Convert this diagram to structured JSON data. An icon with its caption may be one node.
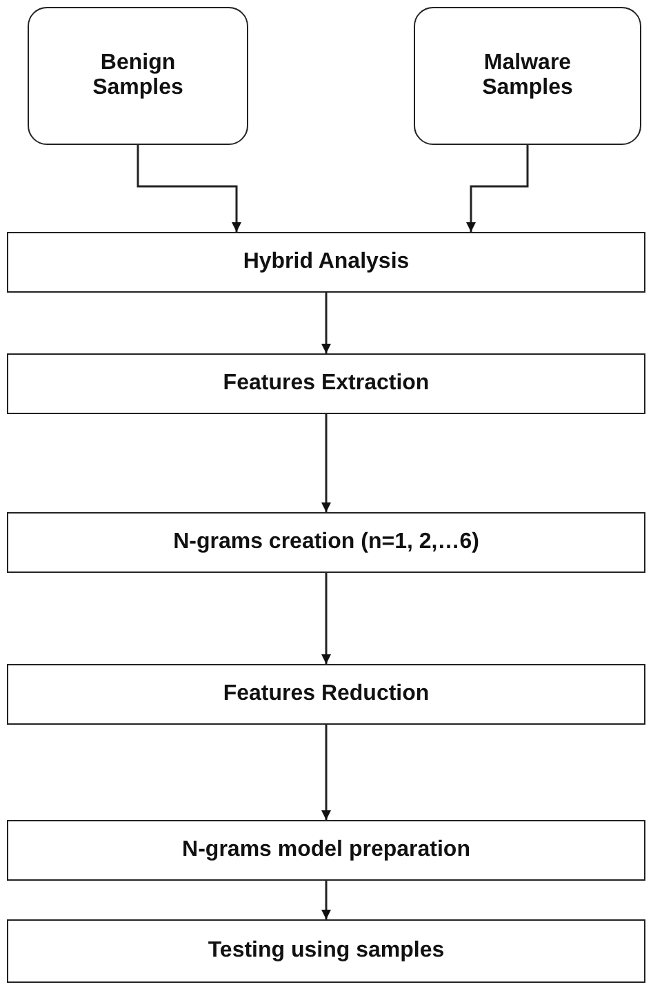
{
  "diagram": {
    "nodes": [
      {
        "text": [
          "Benign Samples"
        ]
      },
      {
        "text": [
          "Malware Samples"
        ]
      },
      {
        "text": [
          "Hybrid Analysis"
        ]
      },
      {
        "text": [
          "Features Extraction"
        ]
      },
      {
        "text": [
          "N-grams creation (n=1, 2,…6)"
        ]
      },
      {
        "text": [
          "Features Reduction"
        ]
      },
      {
        "text": [
          "N-grams model preparation"
        ]
      },
      {
        "text": [
          "Testing using samples"
        ]
      }
    ],
    "edges": [
      {
        "from": 0,
        "to": 2,
        "arrow": "to"
      },
      {
        "from": 1,
        "to": 2,
        "arrow": "to"
      },
      {
        "from": 2,
        "to": 3,
        "arrow": "to"
      },
      {
        "from": 3,
        "to": 4,
        "arrow": "to"
      },
      {
        "from": 4,
        "to": 5,
        "arrow": "to"
      },
      {
        "from": 5,
        "to": 6,
        "arrow": "to"
      },
      {
        "from": 6,
        "to": 7,
        "arrow": "to"
      }
    ]
  }
}
